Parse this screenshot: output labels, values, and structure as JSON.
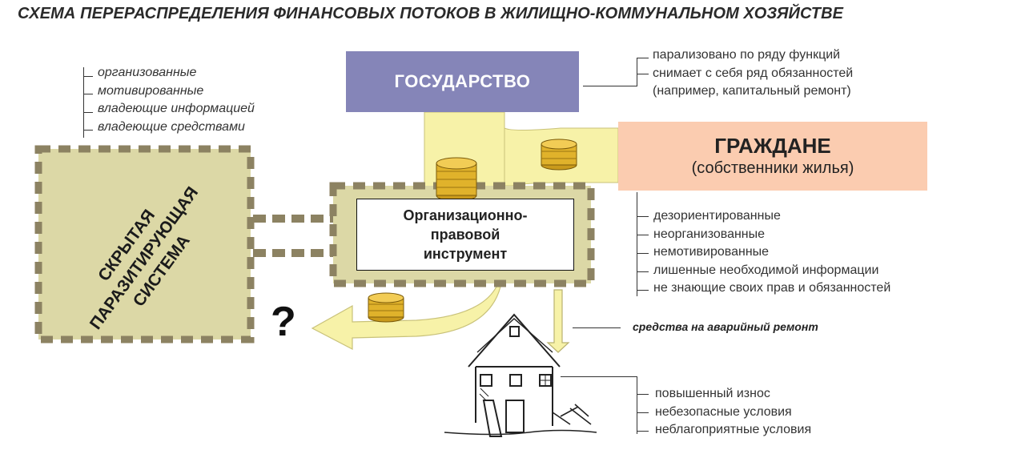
{
  "title": "СХЕМА ПЕРЕРАСПРЕДЕЛЕНИЯ ФИНАНСОВЫХ ПОТОКОВ В ЖИЛИЩНО-КОММУНАЛЬНОМ ХОЗЯЙСТВЕ",
  "state": {
    "label": "ГОСУДАРСТВО",
    "notes": [
      "парализовано по ряду функций",
      "снимает с себя ряд обязанностей",
      "(например, капитальный ремонт)"
    ]
  },
  "citizens": {
    "title": "ГРАЖДАНЕ",
    "subtitle": "(собственники жилья)",
    "notes": [
      "дезориентированные",
      "неорганизованные",
      "немотивированные",
      "лишенные необходимой информации",
      "не знающие своих прав и обязанностей"
    ]
  },
  "instrument": {
    "lines": [
      "Организационно-",
      "правовой",
      "инструмент"
    ]
  },
  "parasite": {
    "lines": [
      "СКРЫТАЯ",
      "ПАРАЗИТИРУЮЩАЯ",
      "СИСТЕМА"
    ],
    "notes": [
      "организованные",
      "мотивированные",
      "владеющие информацией",
      "владеющие средствами"
    ]
  },
  "question_mark": "?",
  "repair_label": "средства на аварийный ремонт",
  "house": {
    "notes": [
      "повышенный износ",
      "небезопасные условия",
      "неблагоприятные условия"
    ]
  },
  "colors": {
    "flow": "#f7f2a8",
    "frame": "#dcd8a6",
    "dash": "#8c8262",
    "state": "#8585b8",
    "citizens": "#fbccb0",
    "coin": "#e0b22b"
  }
}
